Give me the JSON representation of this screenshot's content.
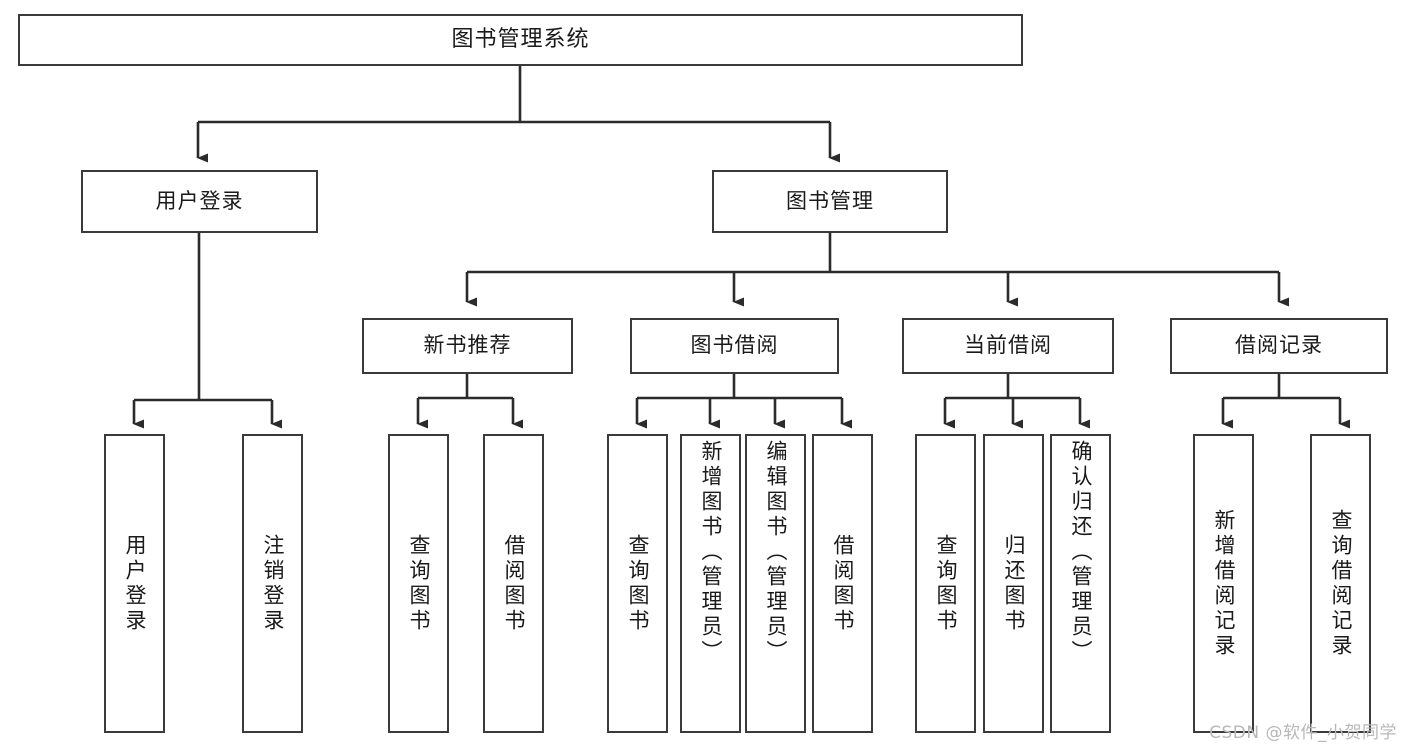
{
  "diagram": {
    "title": "图书管理系统",
    "type": "tree",
    "watermark": "CSDN @软件_小贺同学",
    "colors": {
      "border": "#3a3a3a",
      "background": "#ffffff",
      "text": "#1a1a1a",
      "watermark": "#b8b8b8"
    },
    "levels": {
      "root": {
        "label": "图书管理系统"
      },
      "level2": [
        {
          "label": "用户登录"
        },
        {
          "label": "图书管理"
        }
      ],
      "level3": [
        {
          "label": "新书推荐"
        },
        {
          "label": "图书借阅"
        },
        {
          "label": "当前借阅"
        },
        {
          "label": "借阅记录"
        }
      ],
      "leaves": {
        "user_login": [
          {
            "label": "用户登录"
          },
          {
            "label": "注销登录"
          }
        ],
        "new_book_recommend": [
          {
            "label": "查询图书"
          },
          {
            "label": "借阅图书"
          }
        ],
        "book_borrow": [
          {
            "label": "查询图书"
          },
          {
            "label": "新增图书（管理员）"
          },
          {
            "label": "编辑图书（管理员）"
          },
          {
            "label": "借阅图书"
          }
        ],
        "current_borrow": [
          {
            "label": "查询图书"
          },
          {
            "label": "归还图书"
          },
          {
            "label": "确认归还（管理员）"
          }
        ],
        "borrow_record": [
          {
            "label": "新增借阅记录"
          },
          {
            "label": "查询借阅记录"
          }
        ]
      }
    }
  }
}
